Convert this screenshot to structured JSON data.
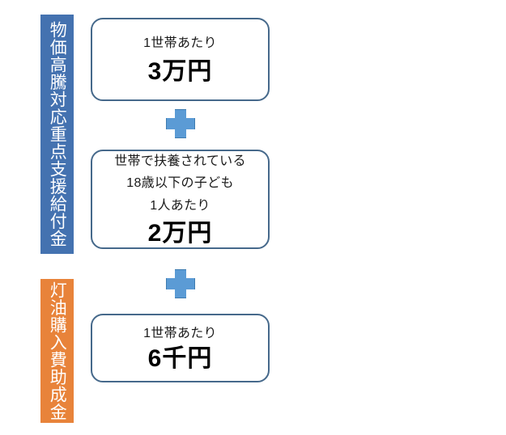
{
  "diagram": {
    "categories": [
      {
        "id": "benefit",
        "label": "物価高騰対応重点支援給付金",
        "color": "#4472B0",
        "text_color": "#FFFFFF"
      },
      {
        "id": "kerosene",
        "label": "灯油購入費助成金",
        "color": "#E8833A",
        "text_color": "#FFFFFF"
      }
    ],
    "boxes": [
      {
        "id": "household",
        "caption": "1世帯あたり",
        "amount": "3万円",
        "border_color": "#46698B"
      },
      {
        "id": "child",
        "caption_line1": "世帯で扶養されている",
        "caption_line2": "18歳以下の子ども",
        "caption_line3": "1人あたり",
        "amount": "2万円",
        "border_color": "#46698B"
      },
      {
        "id": "kerosene",
        "caption": "1世帯あたり",
        "amount": "6千円",
        "border_color": "#46698B"
      }
    ],
    "connectors": [
      {
        "id": "plus-1",
        "symbol": "plus",
        "color": "#5B9BD5"
      },
      {
        "id": "plus-2",
        "symbol": "plus",
        "color": "#5B9BD5"
      }
    ]
  }
}
